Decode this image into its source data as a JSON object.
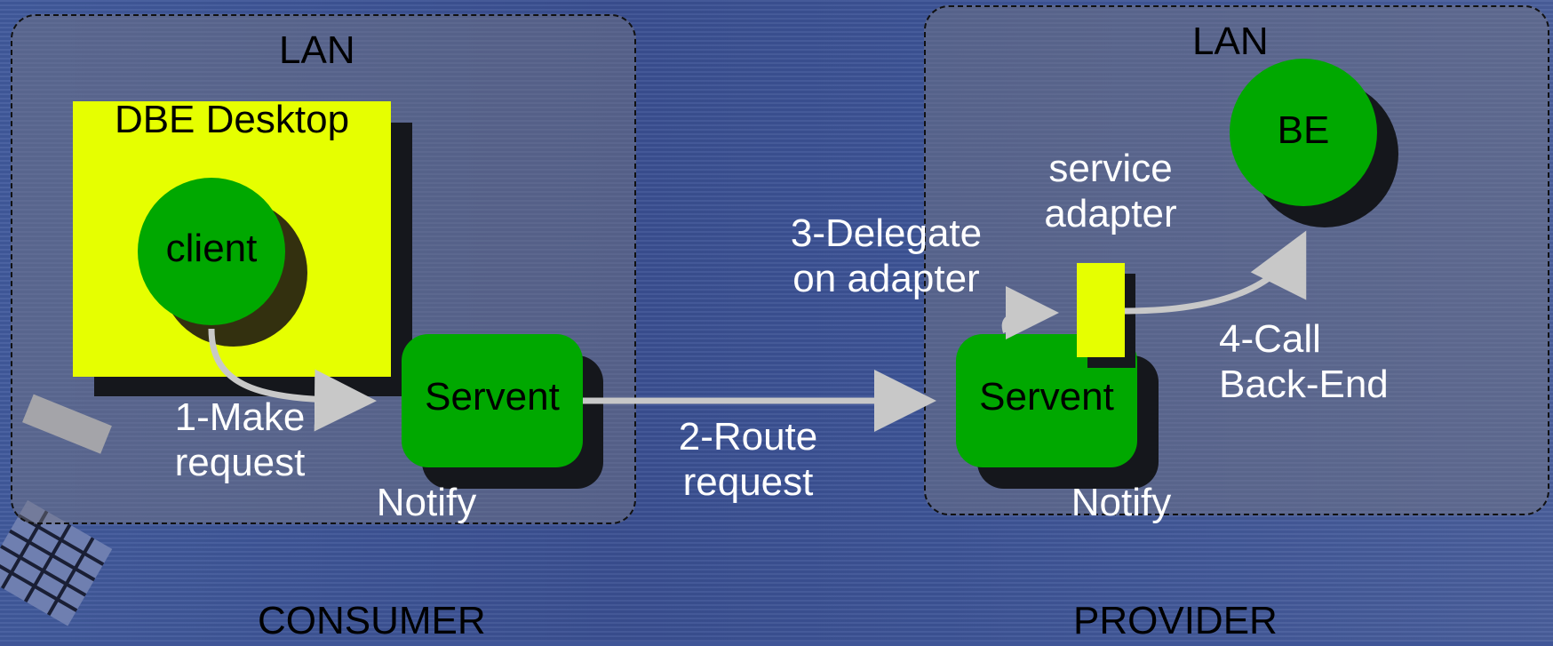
{
  "consumer": {
    "lan_title": "LAN",
    "desktop_label": "DBE Desktop",
    "client_label": "client",
    "servent_label": "Servent",
    "notify_label": "Notify",
    "section_label": "CONSUMER"
  },
  "provider": {
    "lan_title": "LAN",
    "be_label": "BE",
    "adapter_label_line1": "service",
    "adapter_label_line2": "adapter",
    "servent_label": "Servent",
    "notify_label": "Notify",
    "section_label": "PROVIDER"
  },
  "steps": {
    "step1_line1": "1-Make",
    "step1_line2": "request",
    "step2_line1": "2-Route",
    "step2_line2": "request",
    "step3_line1": "3-Delegate",
    "step3_line2": "on adapter",
    "step4_line1": "4-Call",
    "step4_line2": "Back-End"
  },
  "colors": {
    "background": "#3f5597",
    "node_green": "#00a800",
    "desktop_yellow": "#e6ff00",
    "arrow_gray": "#c8c8c8"
  }
}
